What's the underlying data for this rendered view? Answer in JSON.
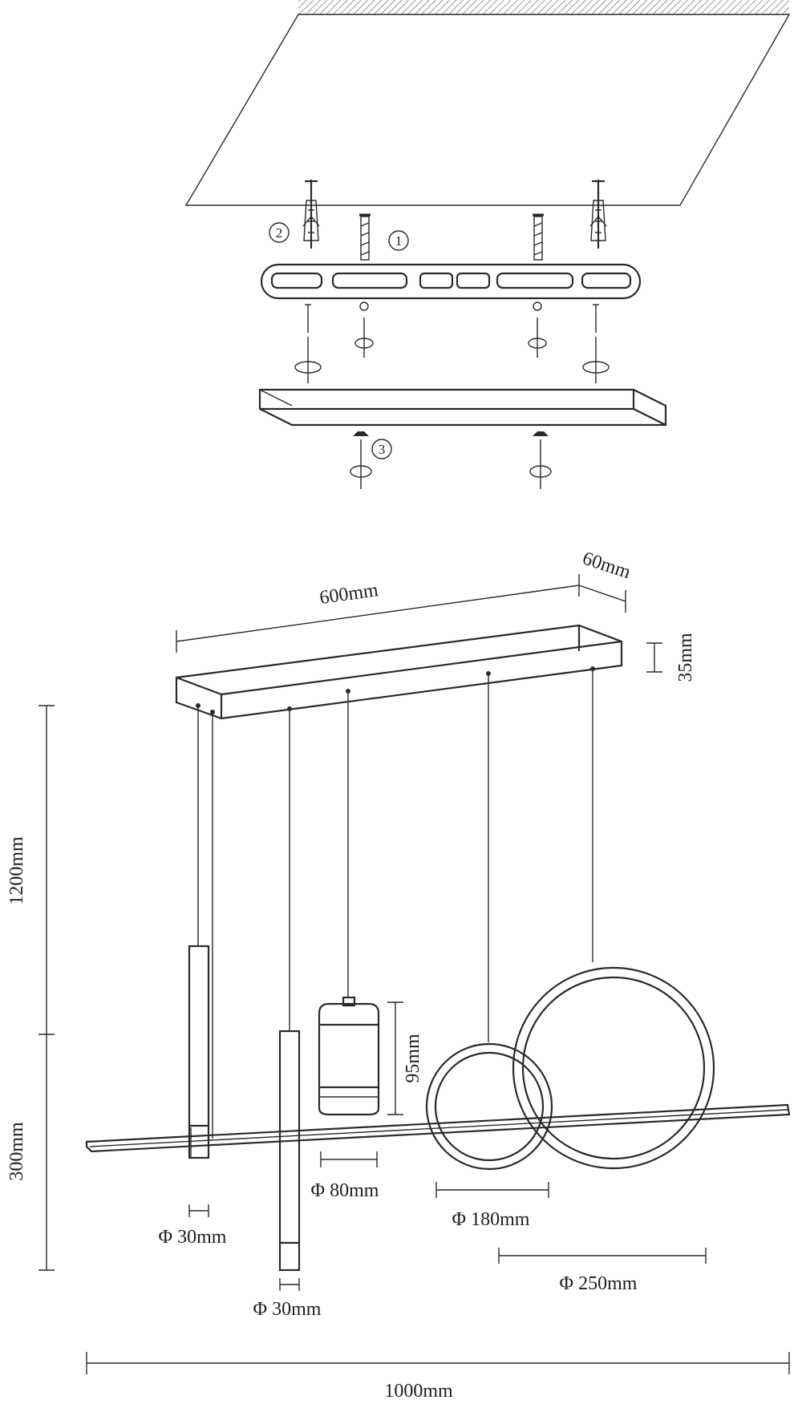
{
  "callouts": {
    "step1": "1",
    "step2": "2",
    "step3": "3"
  },
  "dimensions": {
    "canopy_length": "600mm",
    "canopy_width": "60mm",
    "canopy_height": "35mm",
    "total_height": "1200mm",
    "lower_height": "300mm",
    "cylinder_height": "95mm",
    "cylinder_diameter": "Φ 80mm",
    "tube_left_diameter": "Φ 30mm",
    "tube_mid_diameter": "Φ 30mm",
    "ring_small_diameter": "Φ 180mm",
    "ring_large_diameter": "Φ 250mm",
    "total_length": "1000mm"
  },
  "colors": {
    "line": "#2a2a2a",
    "text": "#1e1e1e",
    "background": "#ffffff"
  }
}
